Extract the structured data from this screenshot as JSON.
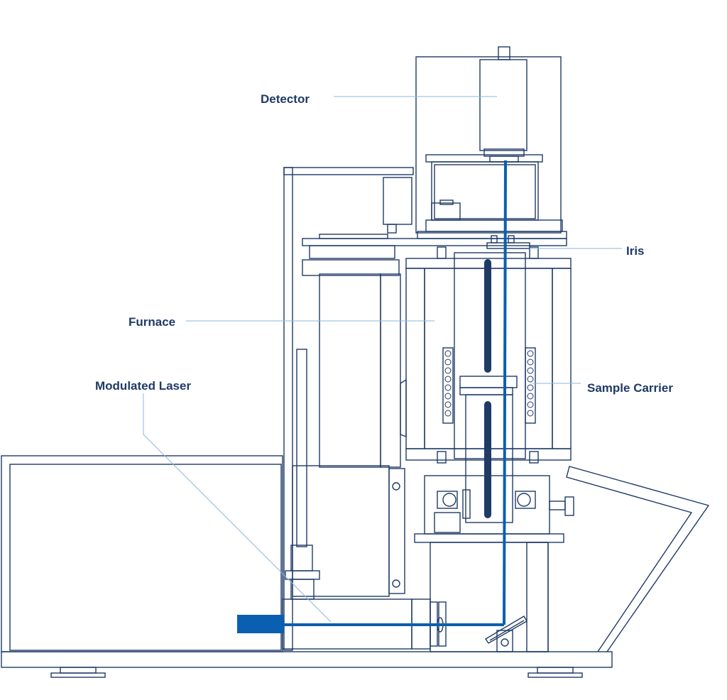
{
  "labels": {
    "detector": "Detector",
    "iris": "Iris",
    "furnace": "Furnace",
    "sample_carrier": "Sample Carrier",
    "modulated_laser": "Modulated Laser"
  },
  "colors": {
    "outline": "#1f3a66",
    "beam": "#0a5fb0",
    "leader": "#8fb5dc",
    "label": "#1f3a66",
    "background": "#ffffff"
  }
}
